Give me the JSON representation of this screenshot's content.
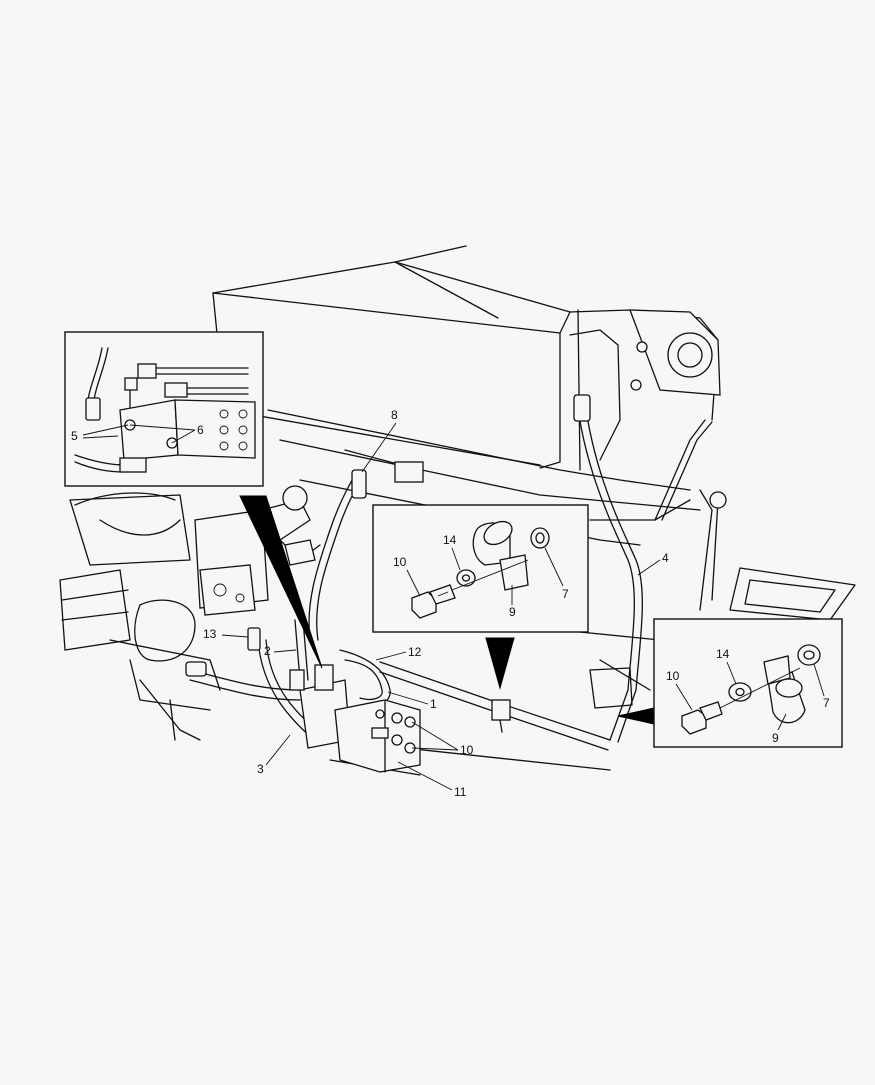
{
  "diagram": {
    "callouts": {
      "c1": "1",
      "c2": "2",
      "c3": "3",
      "c4": "4",
      "c8": "8",
      "c11": "11",
      "c12": "12",
      "c13": "13",
      "c10_main": "10"
    },
    "inset_valve": {
      "c5": "5",
      "c6": "6"
    },
    "inset_clamp_a": {
      "c10": "10",
      "c14": "14",
      "c9": "9",
      "c7": "7"
    },
    "inset_clamp_b": {
      "c10": "10",
      "c14": "14",
      "c7": "7",
      "c9": "9"
    }
  }
}
